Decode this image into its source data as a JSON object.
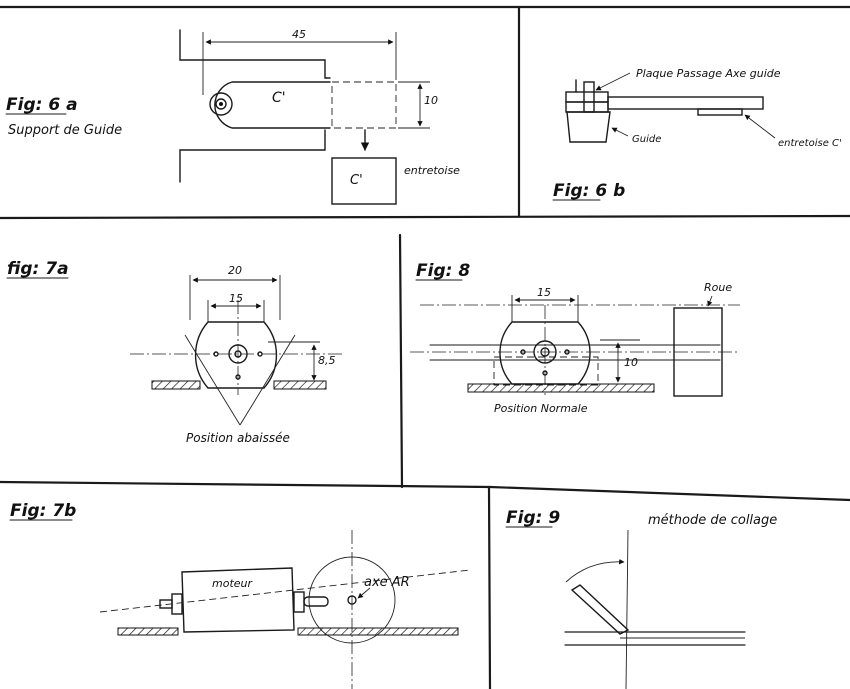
{
  "figures": {
    "fig6a": {
      "label": "Fig: 6 a",
      "caption": "Support de Guide",
      "dim_width": "45",
      "dim_height": "10",
      "part_label_top": "C'",
      "part_label_bottom": "C'",
      "spacer_label": "entretoise"
    },
    "fig6b": {
      "label": "Fig: 6 b",
      "plate_label": "Plaque Passage Axe guide",
      "guide_label": "Guide",
      "spacer_label": "entretoise C'"
    },
    "fig7a": {
      "label": "fig: 7a",
      "dim_outer": "20",
      "dim_inner": "15",
      "dim_height": "8,5",
      "position_label": "Position abaissée"
    },
    "fig8": {
      "label": "Fig: 8",
      "dim_inner": "15",
      "dim_height": "10",
      "wheel_label": "Roue",
      "position_label": "Position Normale"
    },
    "fig7b": {
      "label": "Fig: 7b",
      "motor_label": "moteur",
      "axle_label": "axe AR"
    },
    "fig9": {
      "label": "Fig: 9",
      "method_label": "méthode de collage"
    }
  }
}
